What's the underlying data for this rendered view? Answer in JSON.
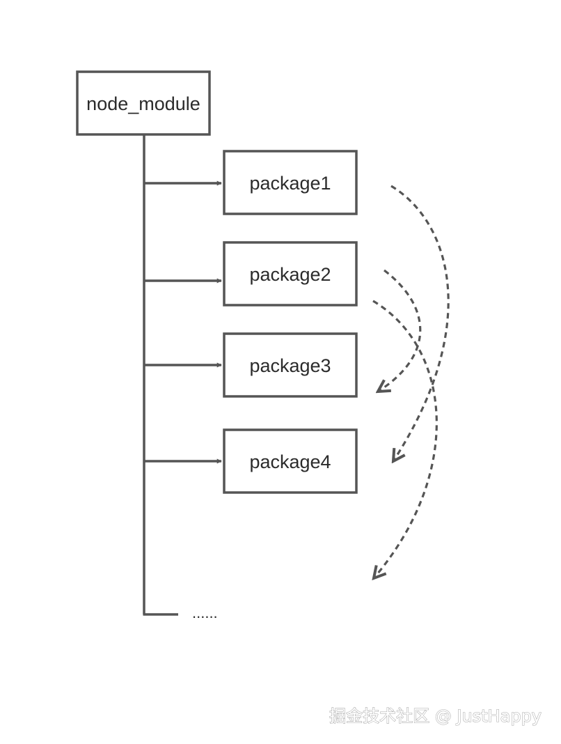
{
  "root": {
    "label": "node_module"
  },
  "packages": [
    {
      "label": "package1"
    },
    {
      "label": "package2"
    },
    {
      "label": "package3"
    },
    {
      "label": "package4"
    }
  ],
  "more_indicator": "......",
  "watermark": "掘金技术社区 @ JustHappy",
  "colors": {
    "line": "#555555",
    "text": "#2b2b2b",
    "background": "#ffffff"
  }
}
